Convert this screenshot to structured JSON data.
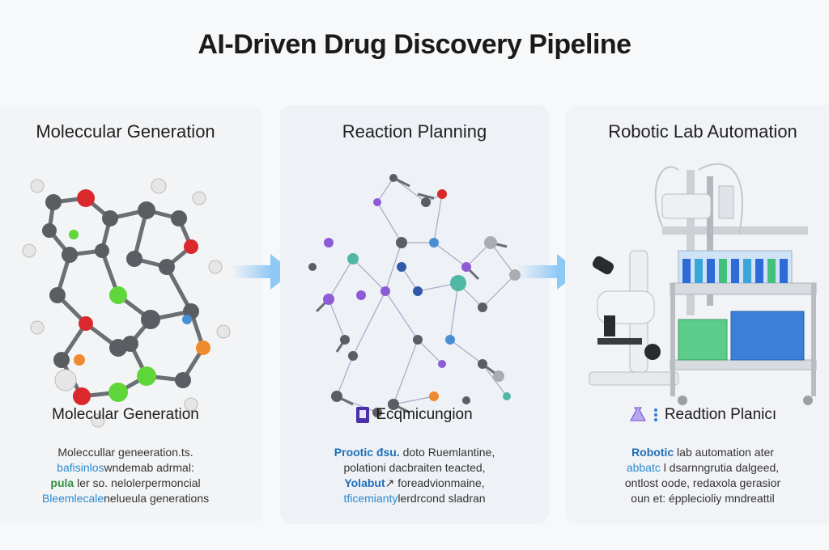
{
  "title": "AI-Driven Drug Discovery Pipeline",
  "panels": [
    {
      "title": "Moleccular Generation",
      "subtitle": "Molecular Generation",
      "desc": [
        {
          "hl": "",
          "text": "Moleccullar geneeration.ts."
        },
        {
          "hl": "bafisinlos",
          "text": "wndemab adrmal:"
        },
        {
          "hl": "pula",
          "text": " ler so. nelolerрermoncial"
        },
        {
          "hl": "Bleemlecale",
          "text": "nelueula generations"
        }
      ]
    },
    {
      "title": "Reaction Planning",
      "subtitle": "Ecqmicungion",
      "subtitle_icon": "document-icon",
      "desc": [
        {
          "hl": "Prootic đsu.",
          "text": " doto Ruemlantine,"
        },
        {
          "hl": "",
          "text": "polationi dacbraiten teacted,"
        },
        {
          "hl": "Yolabut",
          "text": "↗ foreadvionmaine,"
        },
        {
          "hl": "tficemianty",
          "text": "lerdrcond sladran"
        }
      ]
    },
    {
      "title": "Robotic Lab Automation",
      "subtitle": "Readtion Planicı",
      "subtitle_icon": "flask-icon",
      "desc": [
        {
          "hl": "Robotic",
          "text": " lab automation ater"
        },
        {
          "hl": "abbatc",
          "text": " l dsarnngrutia dalgeed,"
        },
        {
          "hl": "",
          "text": "ontlost oode, redaxola gerasior"
        },
        {
          "hl": "",
          "text": "oun et: épplecioliy mndreattil"
        }
      ]
    }
  ],
  "colors": {
    "arrow": "#8ec8f5",
    "atom_gray": "#5a5d62",
    "atom_white": "#e6e6e6",
    "atom_red": "#d9292d",
    "atom_green": "#5fd63a",
    "atom_blue": "#4a8fd4",
    "atom_purple": "#8e5bd6",
    "atom_orange": "#f08a2e",
    "atom_teal": "#4fb7a3"
  }
}
